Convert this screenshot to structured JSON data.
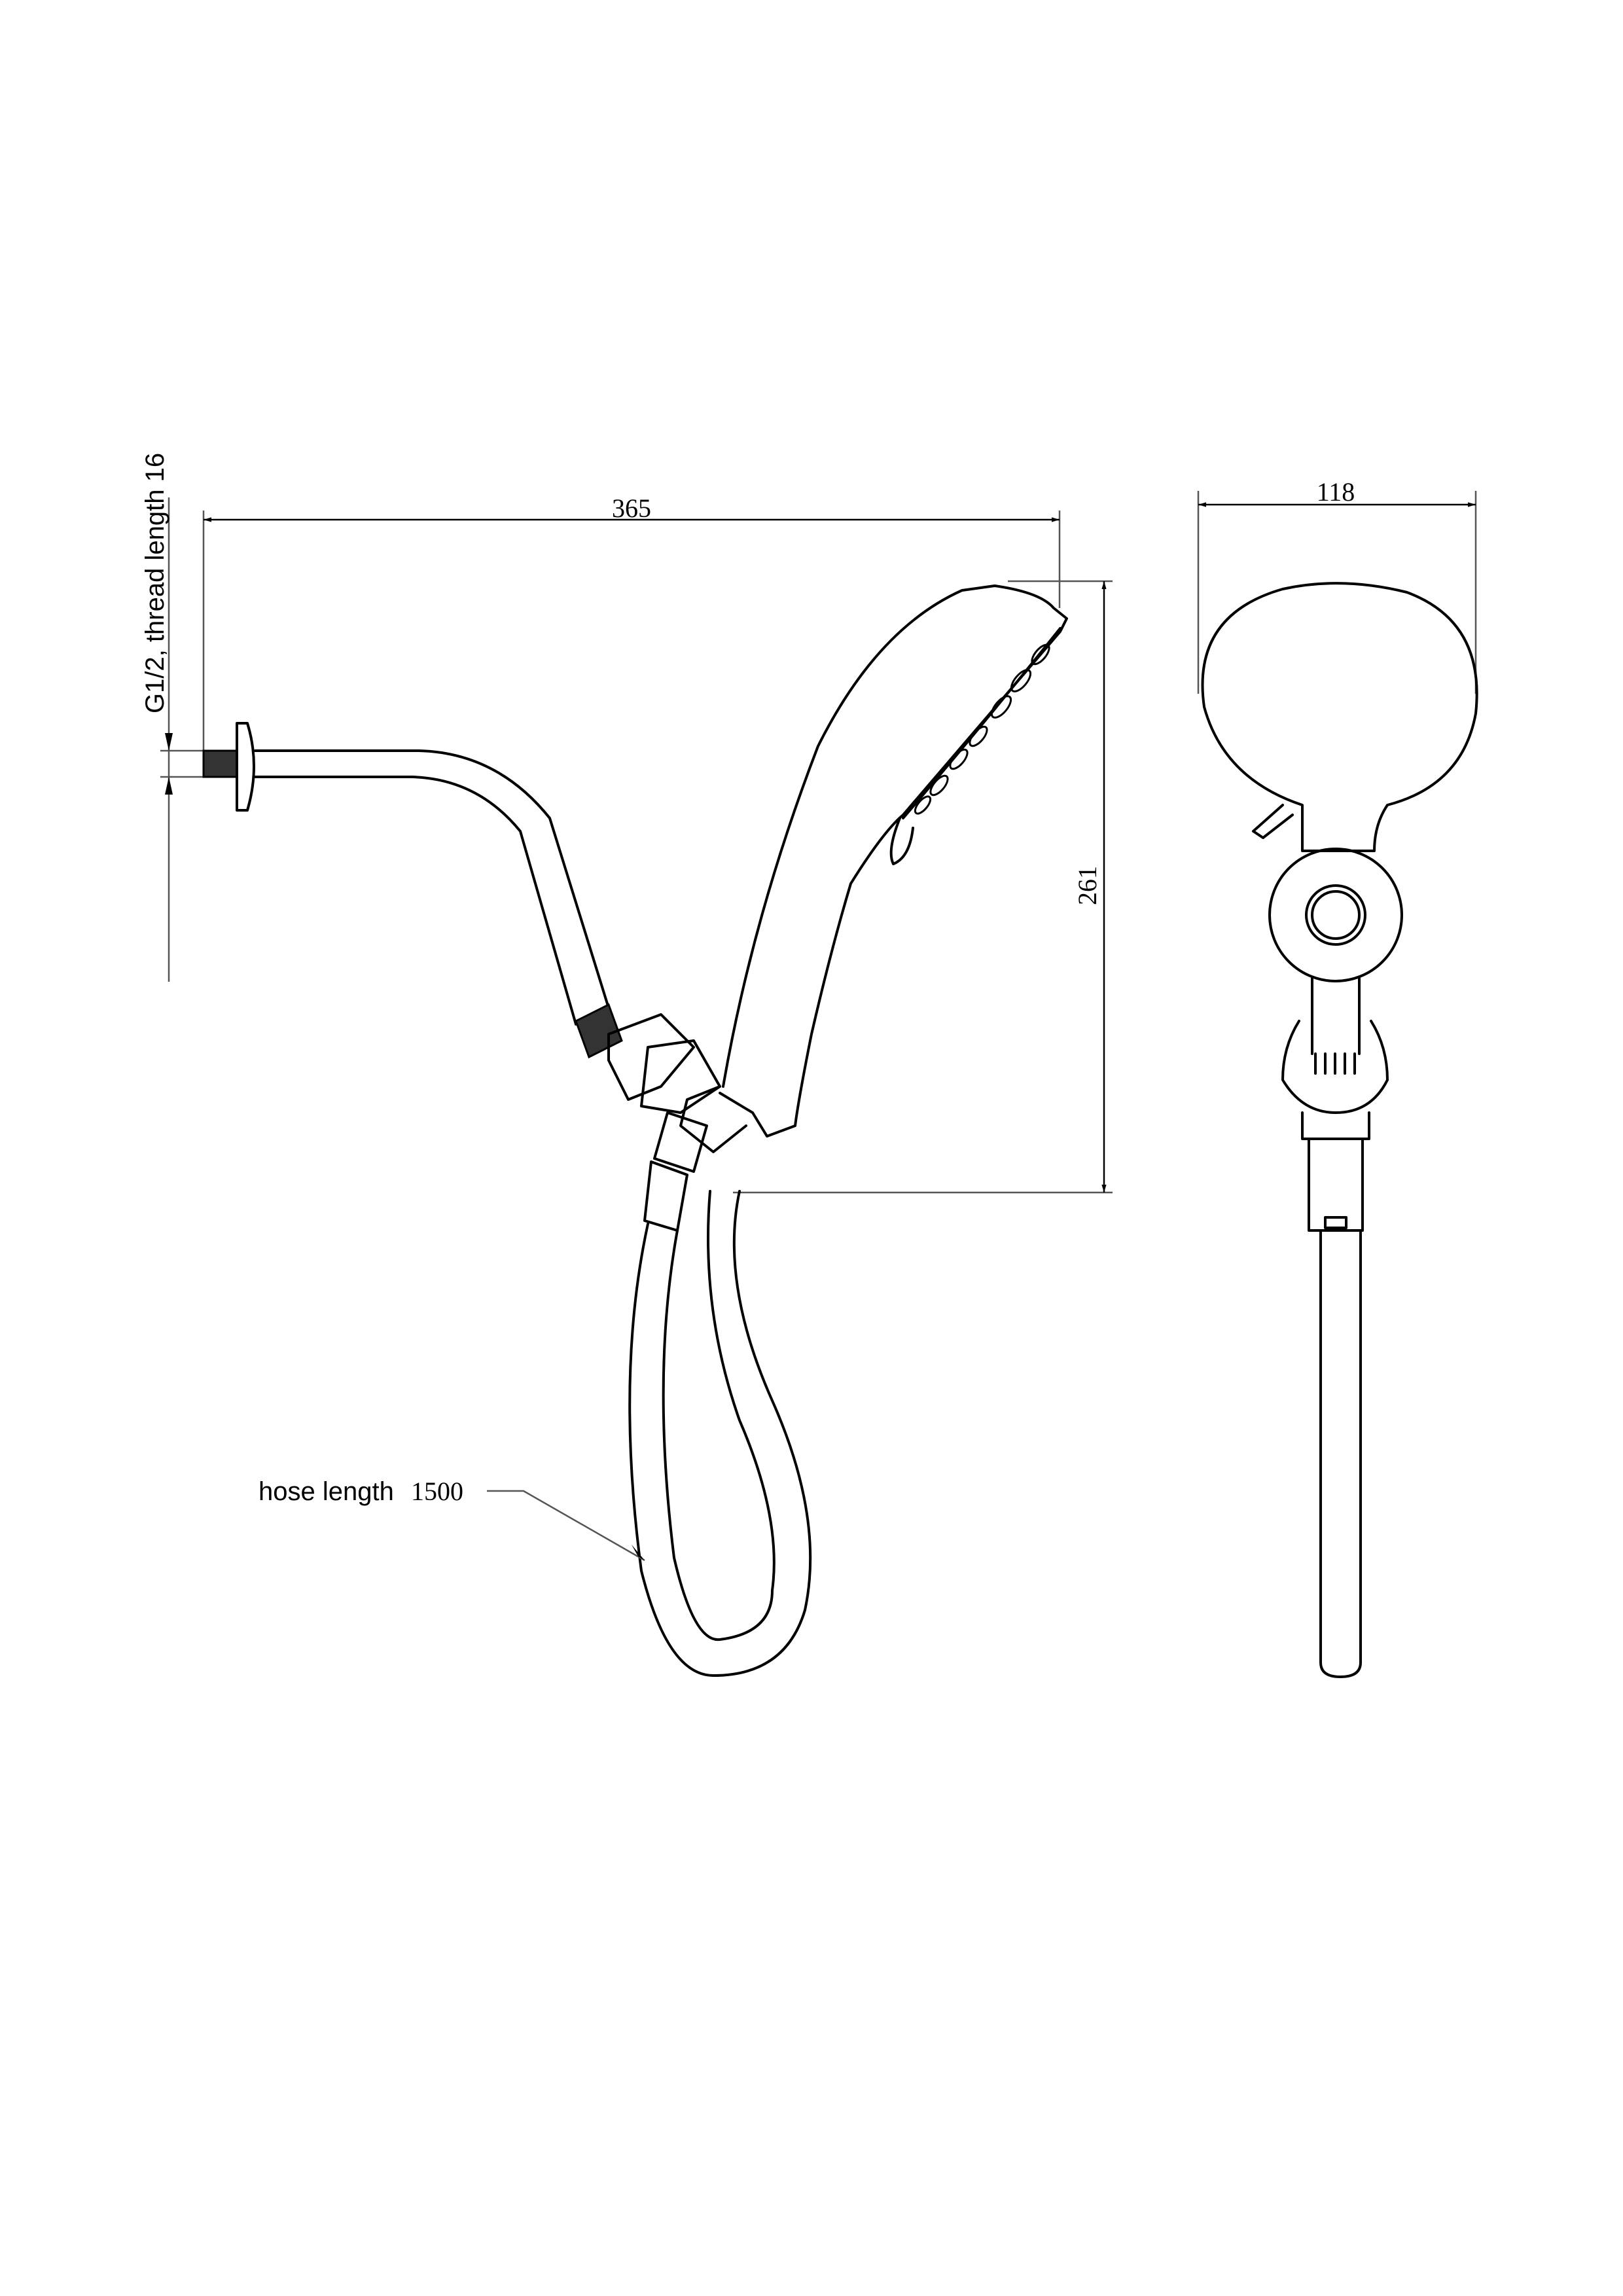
{
  "side_view": {
    "width_dimension": "365",
    "height_dimension": "261",
    "thread_note": "G1/2,  thread length 16",
    "hose_label": "hose length",
    "hose_length_value": "1500"
  },
  "front_view": {
    "width_dimension": "118"
  }
}
